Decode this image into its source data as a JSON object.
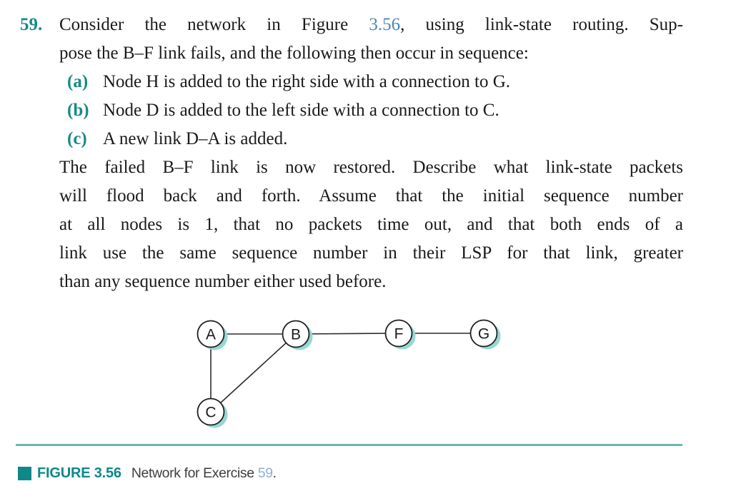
{
  "problem": {
    "number": "59.",
    "line1": {
      "pre": "Consider the network in Figure ",
      "link": "3.56",
      "post": ", using link-state routing. Sup-"
    },
    "line2": "pose the B–F link fails, and the following then occur in sequence:",
    "items": [
      {
        "marker": "(a)",
        "text": "Node H is added to the right side with a connection to G."
      },
      {
        "marker": "(b)",
        "text": "Node D is added to the left side with a connection to C."
      },
      {
        "marker": "(c)",
        "text": "A new link D–A is added."
      }
    ],
    "closing_lines": [
      "The failed B–F link is now restored. Describe what link-state packets",
      "will flood back and forth. Assume that the initial sequence number",
      "at all nodes is 1, that no packets time out, and that both ends of a",
      "link use the same sequence number in their LSP for that link, greater",
      "than any sequence number either used before."
    ]
  },
  "figure": {
    "caption_label": "FIGURE 3.56",
    "caption_text": "Network for Exercise ",
    "caption_ref": "59",
    "caption_period": ".",
    "graph": {
      "type": "network-topology",
      "nodes": [
        "A",
        "B",
        "F",
        "G",
        "C"
      ],
      "edges": [
        [
          "A",
          "B"
        ],
        [
          "B",
          "F"
        ],
        [
          "F",
          "G"
        ],
        [
          "A",
          "C"
        ],
        [
          "C",
          "B"
        ]
      ]
    }
  },
  "colors": {
    "exercise_number_teal": "#178a86",
    "figure_link_blue": "#4d86bb",
    "caption_teal": "#0e8888",
    "caption_ref_blue": "#8fb0d2",
    "node_shadow_teal": "#96d8d2",
    "rule_teal": "#6cb8b4",
    "body_text": "#1a1a1a"
  }
}
